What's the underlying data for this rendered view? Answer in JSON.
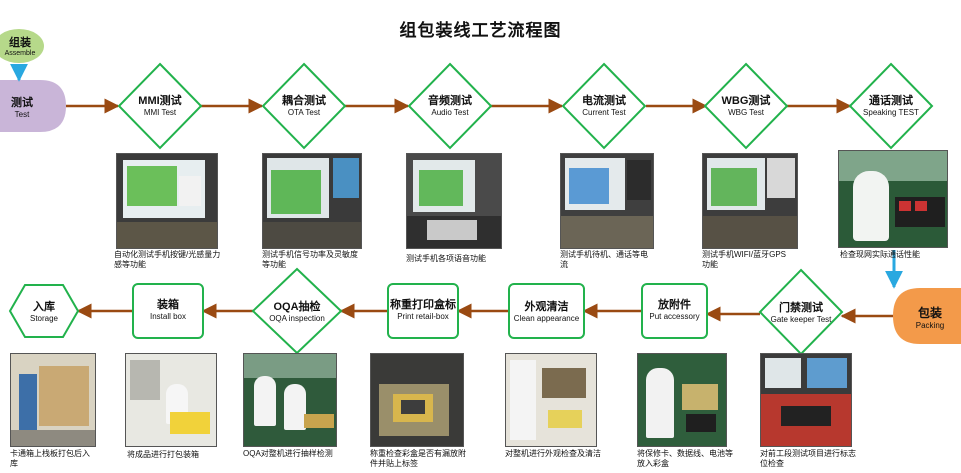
{
  "title": "组包装线工艺流程图",
  "colors": {
    "diamond_stroke": "#22b24c",
    "arrow": "#9a4a12",
    "down_arrow": "#29a8e0",
    "assemble_fill": "#b6d98a",
    "test_fill": "#c9b5d8",
    "packing_fill": "#f39a4a"
  },
  "assemble": {
    "zh": "组装",
    "en": "Assemble"
  },
  "test": {
    "zh": "测试",
    "en": "Test"
  },
  "packing": {
    "zh": "包装",
    "en": "Packing"
  },
  "top_steps": [
    {
      "zh": "MMI测试",
      "en": "MMI Test",
      "caption": "自动化测试手机按键/光感量力感等功能"
    },
    {
      "zh": "耦合测试",
      "en": "OTA Test",
      "caption": "测试手机信号功率及灵敏度等功能"
    },
    {
      "zh": "音频测试",
      "en": "Audio Test",
      "caption": "测试手机各项语音功能"
    },
    {
      "zh": "电流测试",
      "en": "Current Test",
      "caption": "测试手机待机、通话等电流"
    },
    {
      "zh": "WBG测试",
      "en": "WBG Test",
      "caption": "测试手机WIFI/蓝牙GPS功能"
    },
    {
      "zh": "通话测试",
      "en": "Speaking TEST",
      "caption": "检查现网实际通话性能"
    }
  ],
  "bottom_steps": {
    "gate": {
      "zh": "门禁测试",
      "en": "Gate keeper Test",
      "caption": "对前工段测试项目进行标志位检查"
    },
    "accessory": {
      "zh": "放附件",
      "en": "Put accessory",
      "caption": "将保修卡、数据线、电池等放入彩盒"
    },
    "clean": {
      "zh": "外观清洁",
      "en": "Clean appearance",
      "caption": "对整机进行外观检查及清洁"
    },
    "print": {
      "zh": "称重打印盒标",
      "en": "Print retail-box",
      "caption": "称重检查彩盒是否有漏放附件并贴上标签"
    },
    "oqa": {
      "zh": "OQA抽检",
      "en": "OQA inspection",
      "caption": "OQA对整机进行抽样检测"
    },
    "box": {
      "zh": "装箱",
      "en": "Install box",
      "caption": "将成品进行打包装箱"
    },
    "storage": {
      "zh": "入库",
      "en": "Storage",
      "caption": "卡通箱上栈板打包后入库"
    }
  }
}
